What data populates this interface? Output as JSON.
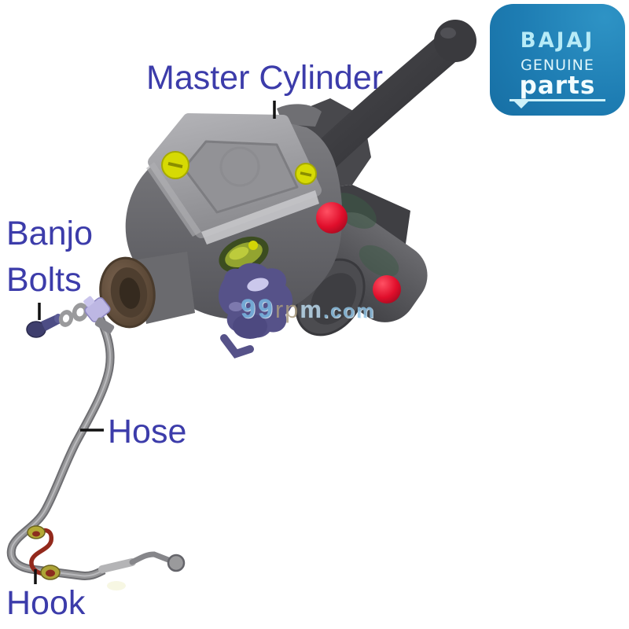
{
  "page": {
    "background": "#ffffff"
  },
  "labels": {
    "master_cylinder": "Master Cylinder",
    "banjo_line1": "Banjo",
    "banjo_line2": "Bolts",
    "hose": "Hose",
    "hook": "Hook",
    "text_color": "#3c3caa"
  },
  "badge": {
    "brand": "BAJAJ",
    "genuine": "GENUINE",
    "parts": "parts",
    "bg_color": "#1e7db3",
    "text_color": "#cdf1f9"
  },
  "watermark": {
    "seg1": "99",
    "seg2": "rp",
    "seg3": "m",
    "seg4": ".com"
  },
  "diagram": {
    "part_colors": {
      "lever_gray": "#3d3d41",
      "body_gray": "#6a6a6e",
      "lid_gray": "#a0a0a4",
      "cap_yellow": "#d6da04",
      "pivot_bolt_red": "#e50f2d",
      "bore_brown": "#6e5844",
      "switch_purple": "#565289",
      "sight_glass_green": "#93a430",
      "hose_gray": "#8e8e90",
      "hook_red": "#93291c",
      "hook_clamp_green": "#b3aa35",
      "banjo_fitting_lavender": "#bcb6e2",
      "washer_gray": "#9a9a9c",
      "leader_line_black": "#111111"
    }
  }
}
